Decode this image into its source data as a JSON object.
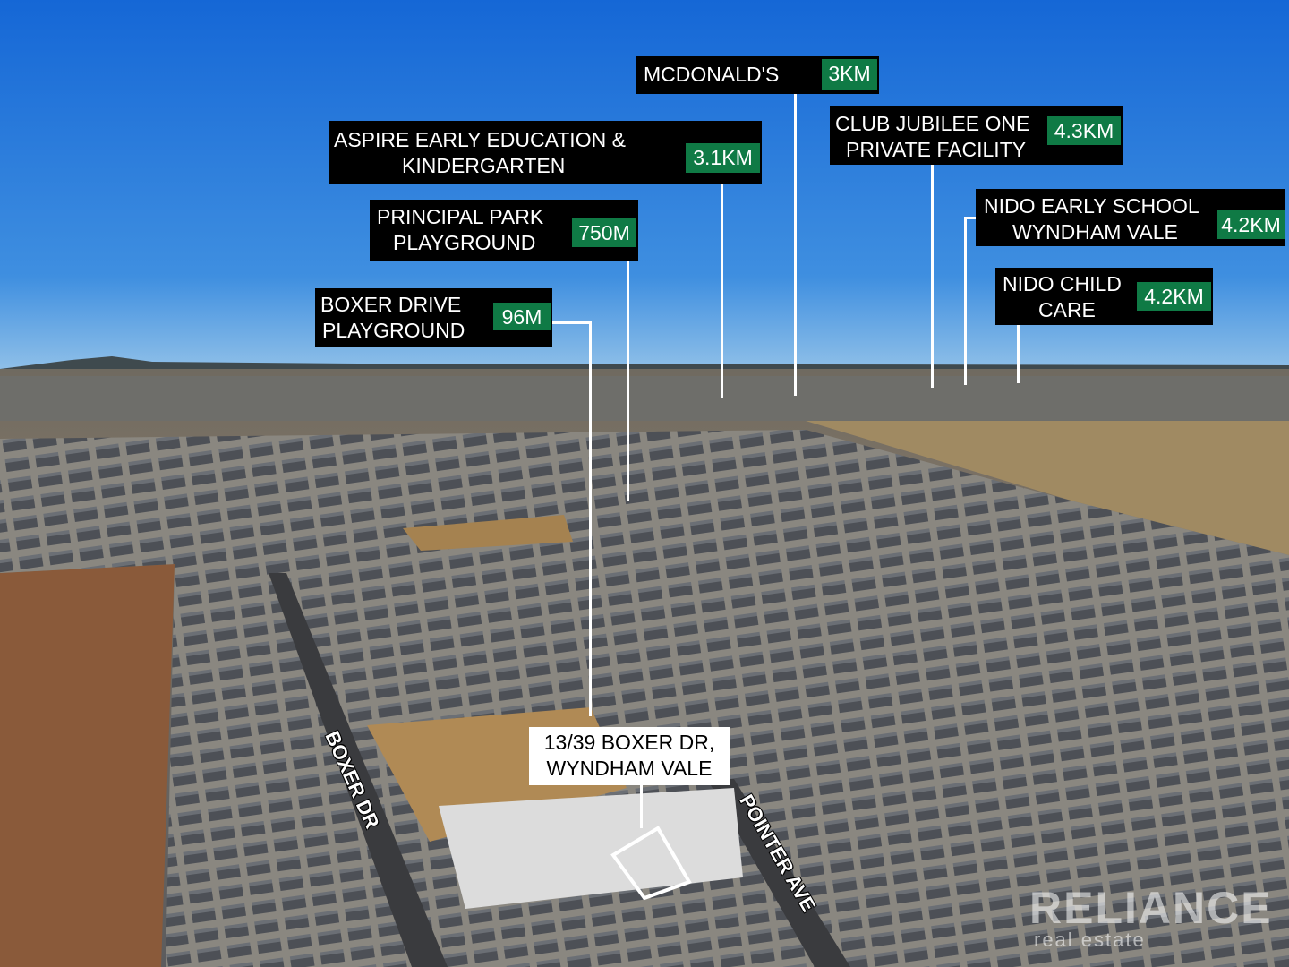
{
  "labels": {
    "mcdonalds": {
      "name": "MCDONALD'S",
      "distance": "3KM"
    },
    "aspire": {
      "name_line1": "ASPIRE EARLY EDUCATION &",
      "name_line2": "KINDERGARTEN",
      "distance": "3.1KM"
    },
    "club_jubilee": {
      "name_line1": "CLUB JUBILEE ONE",
      "name_line2": "PRIVATE FACILITY",
      "distance": "4.3KM"
    },
    "nido_early": {
      "name_line1": "NIDO EARLY SCHOOL",
      "name_line2": "WYNDHAM VALE",
      "distance": "4.2KM"
    },
    "nido_child": {
      "name_line1": "NIDO CHILD",
      "name_line2": "CARE",
      "distance": "4.2KM"
    },
    "principal_park": {
      "name_line1": "PRINCIPAL PARK",
      "name_line2": "PLAYGROUND",
      "distance": "750M"
    },
    "boxer_drive": {
      "name_line1": "BOXER DRIVE",
      "name_line2": "PLAYGROUND",
      "distance": "96M"
    }
  },
  "address": {
    "line1": "13/39 BOXER DR,",
    "line2": "WYNDHAM VALE"
  },
  "roads": {
    "boxer": "BOXER DR",
    "pointer": "POINTER AVE"
  },
  "watermark": {
    "brand": "RELIANCE",
    "tagline": "real estate"
  },
  "colors": {
    "label_bg": "#000000",
    "distance_bg": "#0f7a45",
    "sky": "#1c6fd9"
  }
}
